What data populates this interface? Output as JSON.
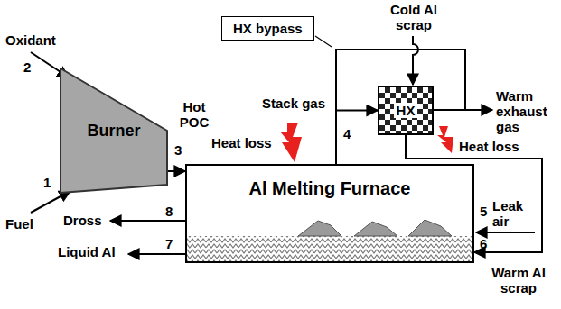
{
  "diagram": {
    "nodes": [
      {
        "text": [
          "Burner"
        ]
      },
      {
        "text": [
          "Al Melting Furnace"
        ]
      },
      {
        "text": [
          "HX"
        ]
      },
      {
        "text": [
          "HX bypass"
        ]
      }
    ],
    "edges": [
      {
        "from": 0,
        "to": 1,
        "arrow": "to"
      },
      {
        "from": 1,
        "to": 2,
        "arrow": "to"
      },
      {
        "from": 2,
        "to": 1,
        "arrow": "to"
      }
    ],
    "labels": [
      "Oxidant",
      "2",
      "1",
      "Fuel",
      "Hot POC",
      "3",
      "Heat loss",
      "Stack gas",
      "4",
      "Cold Al scrap",
      "Warm exhaust gas",
      "Heat loss",
      "5",
      "Leak air",
      "6",
      "Warm Al scrap",
      "8",
      "Dross",
      "7",
      "Liquid Al"
    ]
  }
}
